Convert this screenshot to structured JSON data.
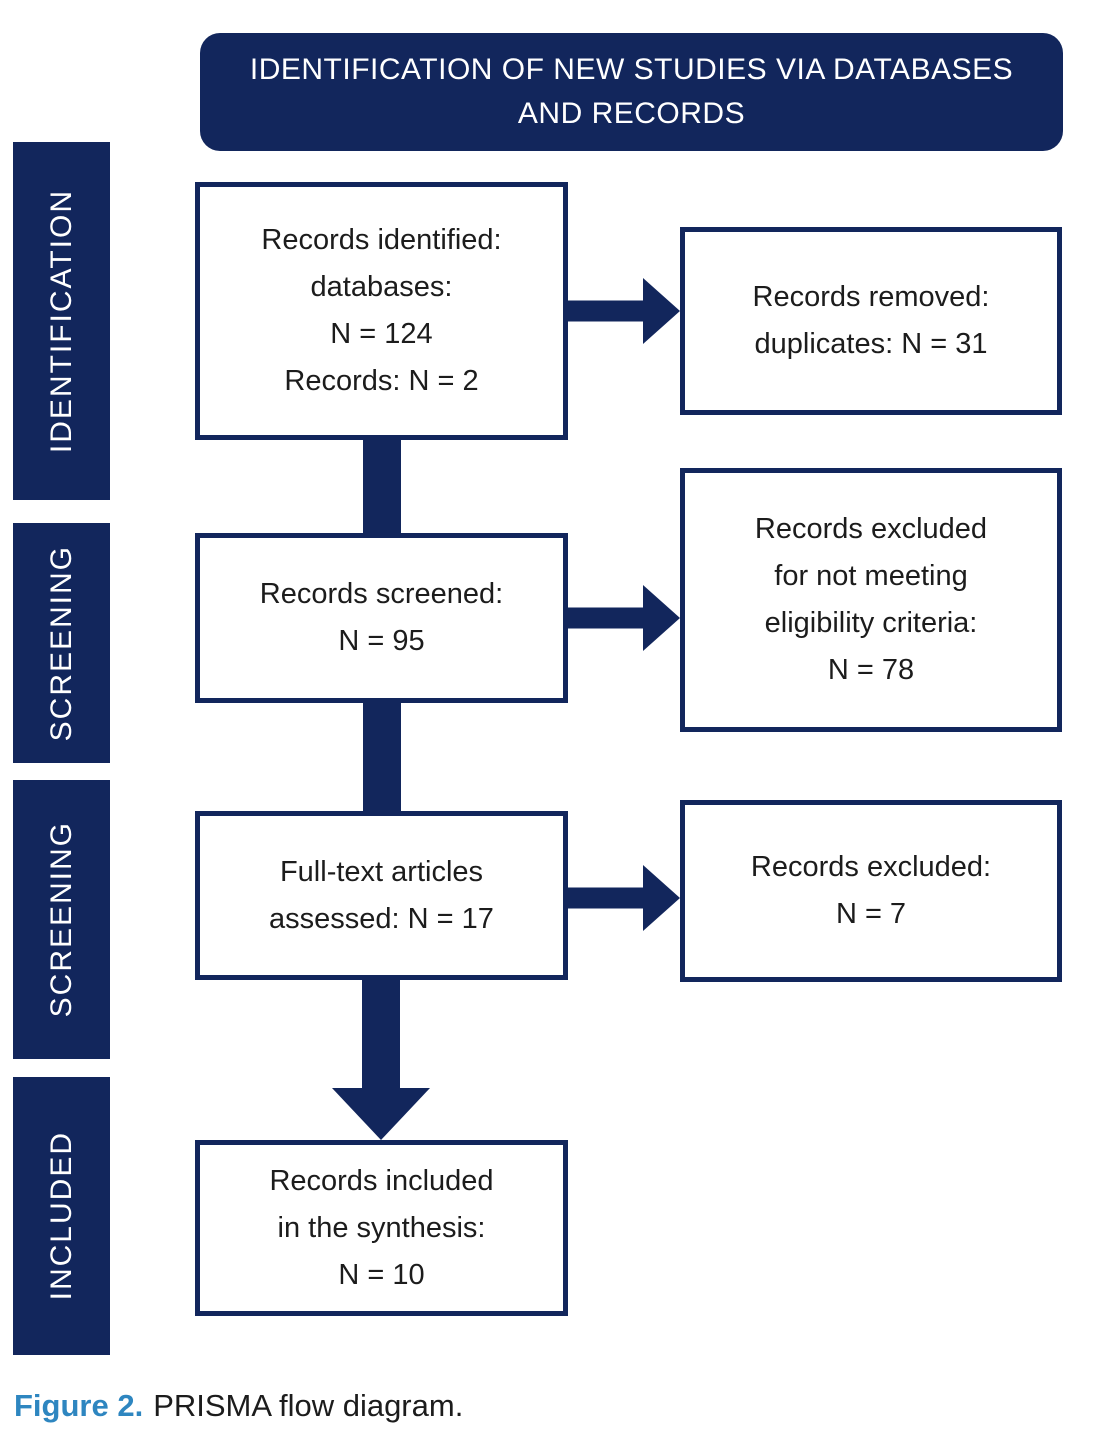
{
  "header": {
    "title": "IDENTIFICATION OF NEW STUDIES VIA DATABASES AND RECORDS"
  },
  "sidebar": {
    "stages": [
      {
        "label": "IDENTIFICATION"
      },
      {
        "label": "SCREENING"
      },
      {
        "label": "SCREENING"
      },
      {
        "label": "INCLUDED"
      }
    ]
  },
  "flow": {
    "main_boxes": [
      {
        "lines": [
          "Records identified:",
          "databases:",
          "N = 124",
          "Records: N = 2"
        ]
      },
      {
        "lines": [
          "Records screened:",
          "N = 95"
        ]
      },
      {
        "lines": [
          "Full-text articles",
          "assessed: N = 17"
        ]
      },
      {
        "lines": [
          "Records included",
          "in the synthesis:",
          "N = 10"
        ]
      }
    ],
    "side_boxes": [
      {
        "lines": [
          "Records removed:",
          "duplicates: N = 31"
        ]
      },
      {
        "lines": [
          "Records excluded",
          "for not meeting",
          "eligibility criteria:",
          "N = 78"
        ]
      },
      {
        "lines": [
          "Records excluded:",
          "N = 7"
        ]
      }
    ]
  },
  "caption": {
    "label": "Figure 2.",
    "text": "PRISMA flow diagram."
  },
  "colors": {
    "navy": "#12265c",
    "caption_blue": "#2e86c0",
    "box_text": "#1c1c1c",
    "background": "#ffffff"
  }
}
